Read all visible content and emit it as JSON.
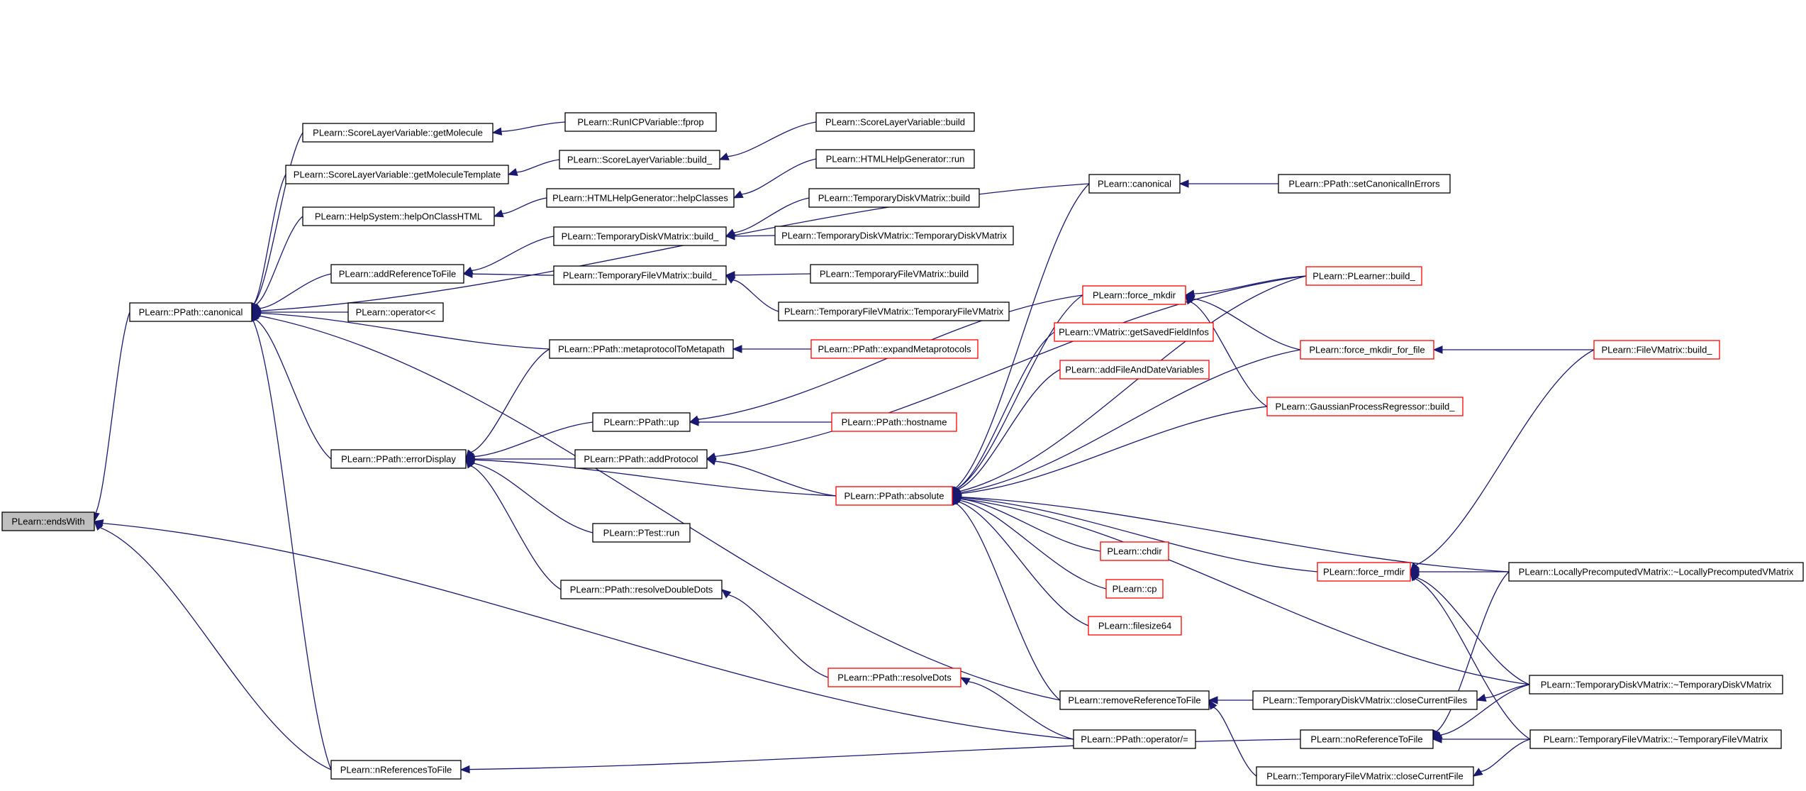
{
  "diagram": {
    "type": "call-graph",
    "colors": {
      "edge": "#191970",
      "focus_fill": "#bfbfbf",
      "normal_border": "#000000",
      "truncated_border": "#ff0000"
    },
    "nodes": [
      {
        "id": "endsWith",
        "label": "PLearn::endsWith",
        "style": "focus"
      },
      {
        "id": "ppath_canonical",
        "label": "PLearn::PPath::canonical",
        "style": "normal"
      },
      {
        "id": "getMolecule",
        "label": "PLearn::ScoreLayerVariable::getMolecule",
        "style": "normal"
      },
      {
        "id": "getMoleculeTemplate",
        "label": "PLearn::ScoreLayerVariable::getMoleculeTemplate",
        "style": "normal"
      },
      {
        "id": "helpOnClassHTML",
        "label": "PLearn::HelpSystem::helpOnClassHTML",
        "style": "normal"
      },
      {
        "id": "addReferenceToFile",
        "label": "PLearn::addReferenceToFile",
        "style": "normal"
      },
      {
        "id": "operator_ll",
        "label": "PLearn::operator<<",
        "style": "normal"
      },
      {
        "id": "errorDisplay",
        "label": "PLearn::PPath::errorDisplay",
        "style": "normal"
      },
      {
        "id": "nReferencesToFile",
        "label": "PLearn::nReferencesToFile",
        "style": "normal"
      },
      {
        "id": "runICP_fprop",
        "label": "PLearn::RunICPVariable::fprop",
        "style": "normal"
      },
      {
        "id": "slv_build_",
        "label": "PLearn::ScoreLayerVariable::build_",
        "style": "normal"
      },
      {
        "id": "helpClasses",
        "label": "PLearn::HTMLHelpGenerator::helpClasses",
        "style": "normal"
      },
      {
        "id": "tdvm_build_",
        "label": "PLearn::TemporaryDiskVMatrix::build_",
        "style": "normal"
      },
      {
        "id": "tfvm_build_",
        "label": "PLearn::TemporaryFileVMatrix::build_",
        "style": "normal"
      },
      {
        "id": "metaprotocolToMetapath",
        "label": "PLearn::PPath::metaprotocolToMetapath",
        "style": "normal"
      },
      {
        "id": "ppath_up",
        "label": "PLearn::PPath::up",
        "style": "normal"
      },
      {
        "id": "addProtocol",
        "label": "PLearn::PPath::addProtocol",
        "style": "normal"
      },
      {
        "id": "ptest_run",
        "label": "PLearn::PTest::run",
        "style": "normal"
      },
      {
        "id": "resolveDoubleDots",
        "label": "PLearn::PPath::resolveDoubleDots",
        "style": "normal"
      },
      {
        "id": "slv_build",
        "label": "PLearn::ScoreLayerVariable::build",
        "style": "normal"
      },
      {
        "id": "hhg_run",
        "label": "PLearn::HTMLHelpGenerator::run",
        "style": "normal"
      },
      {
        "id": "tdvm_build",
        "label": "PLearn::TemporaryDiskVMatrix::build",
        "style": "normal"
      },
      {
        "id": "tdvm_ctor",
        "label": "PLearn::TemporaryDiskVMatrix::TemporaryDiskVMatrix",
        "style": "normal"
      },
      {
        "id": "tfvm_build",
        "label": "PLearn::TemporaryFileVMatrix::build",
        "style": "normal"
      },
      {
        "id": "tfvm_ctor",
        "label": "PLearn::TemporaryFileVMatrix::TemporaryFileVMatrix",
        "style": "normal"
      },
      {
        "id": "expandMetaprotocols",
        "label": "PLearn::PPath::expandMetaprotocols",
        "style": "red"
      },
      {
        "id": "hostname",
        "label": "PLearn::PPath::hostname",
        "style": "red"
      },
      {
        "id": "ppath_absolute",
        "label": "PLearn::PPath::absolute",
        "style": "red"
      },
      {
        "id": "resolveDots",
        "label": "PLearn::PPath::resolveDots",
        "style": "red"
      },
      {
        "id": "canonical",
        "label": "PLearn::canonical",
        "style": "normal"
      },
      {
        "id": "force_mkdir",
        "label": "PLearn::force_mkdir",
        "style": "red"
      },
      {
        "id": "getSavedFieldInfos",
        "label": "PLearn::VMatrix::getSavedFieldInfos",
        "style": "red"
      },
      {
        "id": "addFileAndDateVariables",
        "label": "PLearn::addFileAndDateVariables",
        "style": "red"
      },
      {
        "id": "chdir",
        "label": "PLearn::chdir",
        "style": "red"
      },
      {
        "id": "cp",
        "label": "PLearn::cp",
        "style": "red"
      },
      {
        "id": "filesize64",
        "label": "PLearn::filesize64",
        "style": "red"
      },
      {
        "id": "removeReferenceToFile",
        "label": "PLearn::removeReferenceToFile",
        "style": "normal"
      },
      {
        "id": "operator_div_eq",
        "label": "PLearn::PPath::operator/=",
        "style": "normal"
      },
      {
        "id": "setCanonicalInErrors",
        "label": "PLearn::PPath::setCanonicalInErrors",
        "style": "normal"
      },
      {
        "id": "plearner_build_",
        "label": "PLearn::PLearner::build_",
        "style": "red"
      },
      {
        "id": "force_mkdir_for_file",
        "label": "PLearn::force_mkdir_for_file",
        "style": "red"
      },
      {
        "id": "gpr_build_",
        "label": "PLearn::GaussianProcessRegressor::build_",
        "style": "red"
      },
      {
        "id": "force_rmdir",
        "label": "PLearn::force_rmdir",
        "style": "red"
      },
      {
        "id": "tdvm_closeCurrentFiles",
        "label": "PLearn::TemporaryDiskVMatrix::closeCurrentFiles",
        "style": "normal"
      },
      {
        "id": "noReferenceToFile",
        "label": "PLearn::noReferenceToFile",
        "style": "normal"
      },
      {
        "id": "tfvm_closeCurrentFile",
        "label": "PLearn::TemporaryFileVMatrix::closeCurrentFile",
        "style": "normal"
      },
      {
        "id": "fvm_build_",
        "label": "PLearn::FileVMatrix::build_",
        "style": "red"
      },
      {
        "id": "lpvm_dtor",
        "label": "PLearn::LocallyPrecomputedVMatrix::~LocallyPrecomputedVMatrix",
        "style": "normal"
      },
      {
        "id": "tdvm_dtor",
        "label": "PLearn::TemporaryDiskVMatrix::~TemporaryDiskVMatrix",
        "style": "normal"
      },
      {
        "id": "tfvm_dtor",
        "label": "PLearn::TemporaryFileVMatrix::~TemporaryFileVMatrix",
        "style": "normal"
      }
    ],
    "edges": [
      [
        "ppath_canonical",
        "endsWith"
      ],
      [
        "nReferencesToFile",
        "endsWith"
      ],
      [
        "operator_div_eq",
        "endsWith"
      ],
      [
        "getMolecule",
        "ppath_canonical"
      ],
      [
        "getMoleculeTemplate",
        "ppath_canonical"
      ],
      [
        "helpOnClassHTML",
        "ppath_canonical"
      ],
      [
        "addReferenceToFile",
        "ppath_canonical"
      ],
      [
        "operator_ll",
        "ppath_canonical"
      ],
      [
        "errorDisplay",
        "ppath_canonical"
      ],
      [
        "nReferencesToFile",
        "ppath_canonical"
      ],
      [
        "canonical",
        "ppath_canonical"
      ],
      [
        "metaprotocolToMetapath",
        "ppath_canonical"
      ],
      [
        "removeReferenceToFile",
        "ppath_canonical"
      ],
      [
        "runICP_fprop",
        "getMolecule"
      ],
      [
        "slv_build_",
        "getMoleculeTemplate"
      ],
      [
        "slv_build",
        "slv_build_"
      ],
      [
        "helpClasses",
        "helpOnClassHTML"
      ],
      [
        "hhg_run",
        "helpClasses"
      ],
      [
        "tdvm_build_",
        "addReferenceToFile"
      ],
      [
        "tfvm_build_",
        "addReferenceToFile"
      ],
      [
        "tdvm_build",
        "tdvm_build_"
      ],
      [
        "tdvm_ctor",
        "tdvm_build_"
      ],
      [
        "tfvm_build",
        "tfvm_build_"
      ],
      [
        "tfvm_ctor",
        "tfvm_build_"
      ],
      [
        "expandMetaprotocols",
        "metaprotocolToMetapath"
      ],
      [
        "metaprotocolToMetapath",
        "errorDisplay"
      ],
      [
        "ppath_up",
        "errorDisplay"
      ],
      [
        "addProtocol",
        "errorDisplay"
      ],
      [
        "ppath_absolute",
        "errorDisplay"
      ],
      [
        "ptest_run",
        "errorDisplay"
      ],
      [
        "resolveDoubleDots",
        "errorDisplay"
      ],
      [
        "hostname",
        "ppath_up"
      ],
      [
        "force_mkdir",
        "ppath_up"
      ],
      [
        "ppath_absolute",
        "addProtocol"
      ],
      [
        "plearner_build_",
        "addProtocol"
      ],
      [
        "resolveDots",
        "resolveDoubleDots"
      ],
      [
        "operator_div_eq",
        "resolveDots"
      ],
      [
        "canonical",
        "ppath_absolute"
      ],
      [
        "force_mkdir",
        "ppath_absolute"
      ],
      [
        "getSavedFieldInfos",
        "ppath_absolute"
      ],
      [
        "addFileAndDateVariables",
        "ppath_absolute"
      ],
      [
        "chdir",
        "ppath_absolute"
      ],
      [
        "cp",
        "ppath_absolute"
      ],
      [
        "filesize64",
        "ppath_absolute"
      ],
      [
        "removeReferenceToFile",
        "ppath_absolute"
      ],
      [
        "force_mkdir_for_file",
        "ppath_absolute"
      ],
      [
        "gpr_build_",
        "ppath_absolute"
      ],
      [
        "force_rmdir",
        "ppath_absolute"
      ],
      [
        "lpvm_dtor",
        "ppath_absolute"
      ],
      [
        "tdvm_dtor",
        "ppath_absolute"
      ],
      [
        "plearner_build_",
        "ppath_absolute"
      ],
      [
        "setCanonicalInErrors",
        "canonical"
      ],
      [
        "plearner_build_",
        "force_mkdir"
      ],
      [
        "force_mkdir_for_file",
        "force_mkdir"
      ],
      [
        "gpr_build_",
        "force_mkdir"
      ],
      [
        "fvm_build_",
        "force_mkdir_for_file"
      ],
      [
        "fvm_build_",
        "force_rmdir"
      ],
      [
        "lpvm_dtor",
        "force_rmdir"
      ],
      [
        "tdvm_dtor",
        "force_rmdir"
      ],
      [
        "tfvm_dtor",
        "force_rmdir"
      ],
      [
        "tdvm_closeCurrentFiles",
        "removeReferenceToFile"
      ],
      [
        "tfvm_closeCurrentFile",
        "removeReferenceToFile"
      ],
      [
        "tdvm_dtor",
        "tdvm_closeCurrentFiles"
      ],
      [
        "tfvm_dtor",
        "tfvm_closeCurrentFile"
      ],
      [
        "tdvm_dtor",
        "noReferenceToFile"
      ],
      [
        "tfvm_dtor",
        "noReferenceToFile"
      ],
      [
        "lpvm_dtor",
        "noReferenceToFile"
      ],
      [
        "noReferenceToFile",
        "nReferencesToFile"
      ]
    ]
  }
}
